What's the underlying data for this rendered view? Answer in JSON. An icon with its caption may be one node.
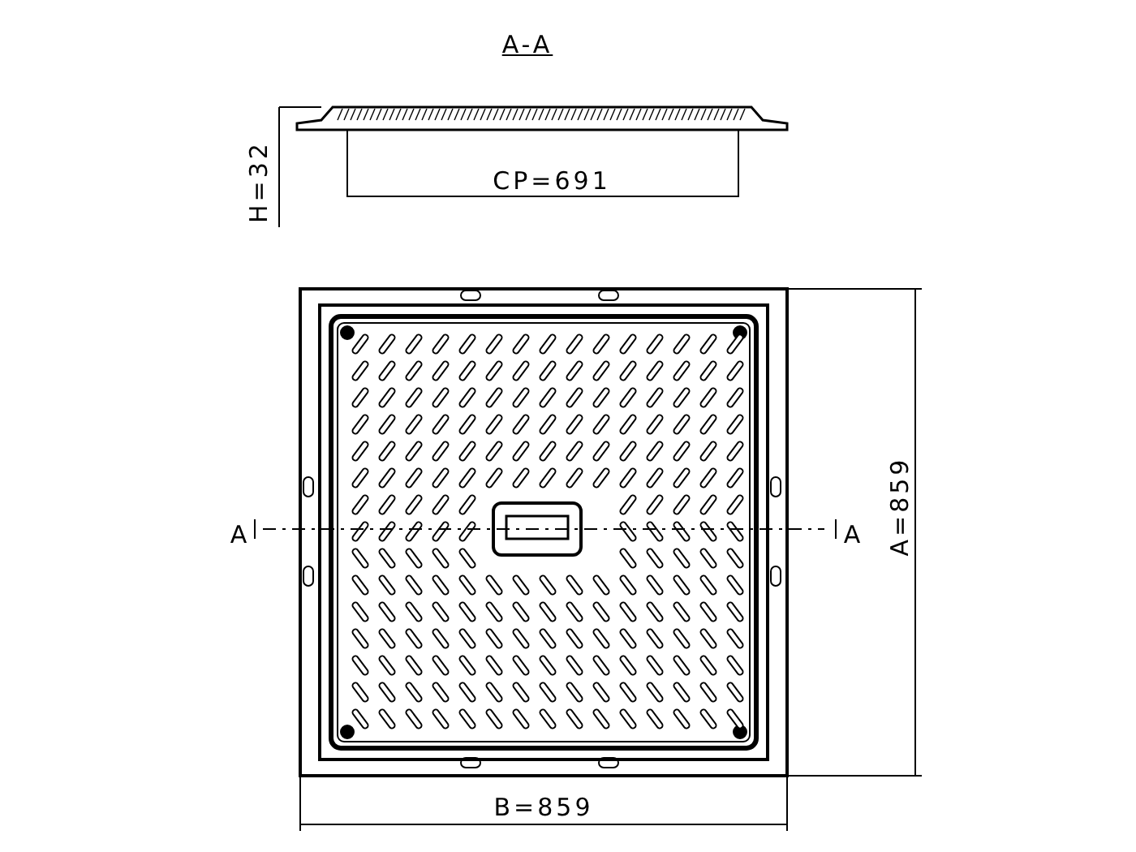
{
  "diagram": {
    "labels": [
      "A-A",
      "H=32",
      "CP=691",
      "A",
      "A",
      "A=859",
      "B=859"
    ]
  }
}
